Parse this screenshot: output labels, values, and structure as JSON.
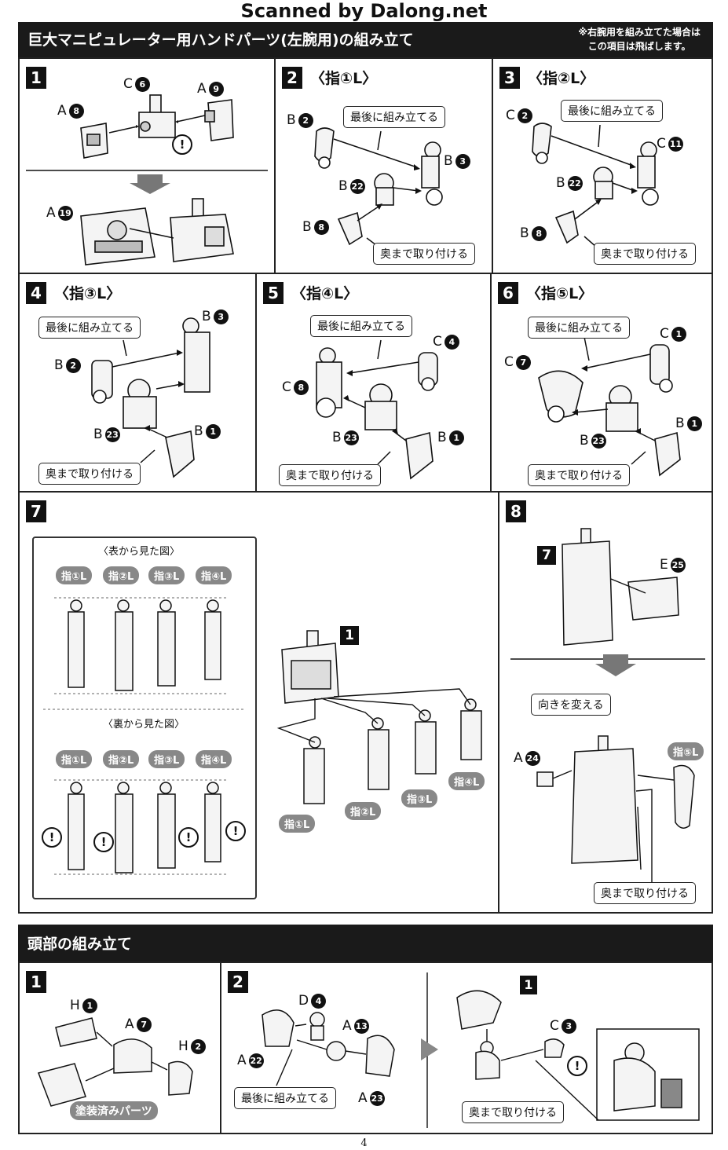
{
  "watermark": "Scanned by Dalong.net",
  "section1": {
    "title": "巨大マニピュレーター用ハンドパーツ(左腕用)の組み立て",
    "note_line1": "※右腕用を組み立てた場合は",
    "note_line2": "この項目は飛ばします。"
  },
  "steps": [
    {
      "num": "1",
      "title": ""
    },
    {
      "num": "2",
      "title": "〈指①L〉"
    },
    {
      "num": "3",
      "title": "〈指②L〉"
    },
    {
      "num": "4",
      "title": "〈指③L〉"
    },
    {
      "num": "5",
      "title": "〈指④L〉"
    },
    {
      "num": "6",
      "title": "〈指⑤L〉"
    },
    {
      "num": "7",
      "title": ""
    },
    {
      "num": "8",
      "title": ""
    }
  ],
  "labels": {
    "s1_a8": {
      "letter": "A",
      "n": "8"
    },
    "s1_c6": {
      "letter": "C",
      "n": "6"
    },
    "s1_a9": {
      "letter": "A",
      "n": "9"
    },
    "s1_a19": {
      "letter": "A",
      "n": "19"
    },
    "s2_b2": {
      "letter": "B",
      "n": "2"
    },
    "s2_b3": {
      "letter": "B",
      "n": "3"
    },
    "s2_b22": {
      "letter": "B",
      "n": "22"
    },
    "s2_b8": {
      "letter": "B",
      "n": "8"
    },
    "s3_c2": {
      "letter": "C",
      "n": "2"
    },
    "s3_c11": {
      "letter": "C",
      "n": "11"
    },
    "s3_b22": {
      "letter": "B",
      "n": "22"
    },
    "s3_b8": {
      "letter": "B",
      "n": "8"
    },
    "s4_b3": {
      "letter": "B",
      "n": "3"
    },
    "s4_b2": {
      "letter": "B",
      "n": "2"
    },
    "s4_b23": {
      "letter": "B",
      "n": "23"
    },
    "s4_b1": {
      "letter": "B",
      "n": "1"
    },
    "s5_c4": {
      "letter": "C",
      "n": "4"
    },
    "s5_c8": {
      "letter": "C",
      "n": "8"
    },
    "s5_b23": {
      "letter": "B",
      "n": "23"
    },
    "s5_b1": {
      "letter": "B",
      "n": "1"
    },
    "s6_c1": {
      "letter": "C",
      "n": "1"
    },
    "s6_c7": {
      "letter": "C",
      "n": "7"
    },
    "s6_b23": {
      "letter": "B",
      "n": "23"
    },
    "s6_b1": {
      "letter": "B",
      "n": "1"
    },
    "s8_e25": {
      "letter": "E",
      "n": "25"
    },
    "s8_a24": {
      "letter": "A",
      "n": "24"
    },
    "h1_h1": {
      "letter": "H",
      "n": "1"
    },
    "h1_a7": {
      "letter": "A",
      "n": "7"
    },
    "h1_h2": {
      "letter": "H",
      "n": "2"
    },
    "h2_d4": {
      "letter": "D",
      "n": "4"
    },
    "h2_a13": {
      "letter": "A",
      "n": "13"
    },
    "h2_a22": {
      "letter": "A",
      "n": "22"
    },
    "h2_a23": {
      "letter": "A",
      "n": "23"
    },
    "h2_c3": {
      "letter": "C",
      "n": "3"
    }
  },
  "callouts": {
    "last_assemble": "最後に組み立てる",
    "attach_fully": "奥まで取り付ける",
    "change_direction": "向きを変える",
    "painted_parts": "塗装済みパーツ"
  },
  "step7": {
    "front_view": "〈表から見た図〉",
    "back_view": "〈裏から見た図〉",
    "fingers": [
      "指①L",
      "指②L",
      "指③L",
      "指④L"
    ],
    "ref_one": "1"
  },
  "step8": {
    "ref_seven": "7",
    "finger5": "指⑤L"
  },
  "section2": {
    "title": "頭部の組み立て",
    "step1": "1",
    "step2": "2",
    "ref_one": "1"
  },
  "page_number": "4"
}
